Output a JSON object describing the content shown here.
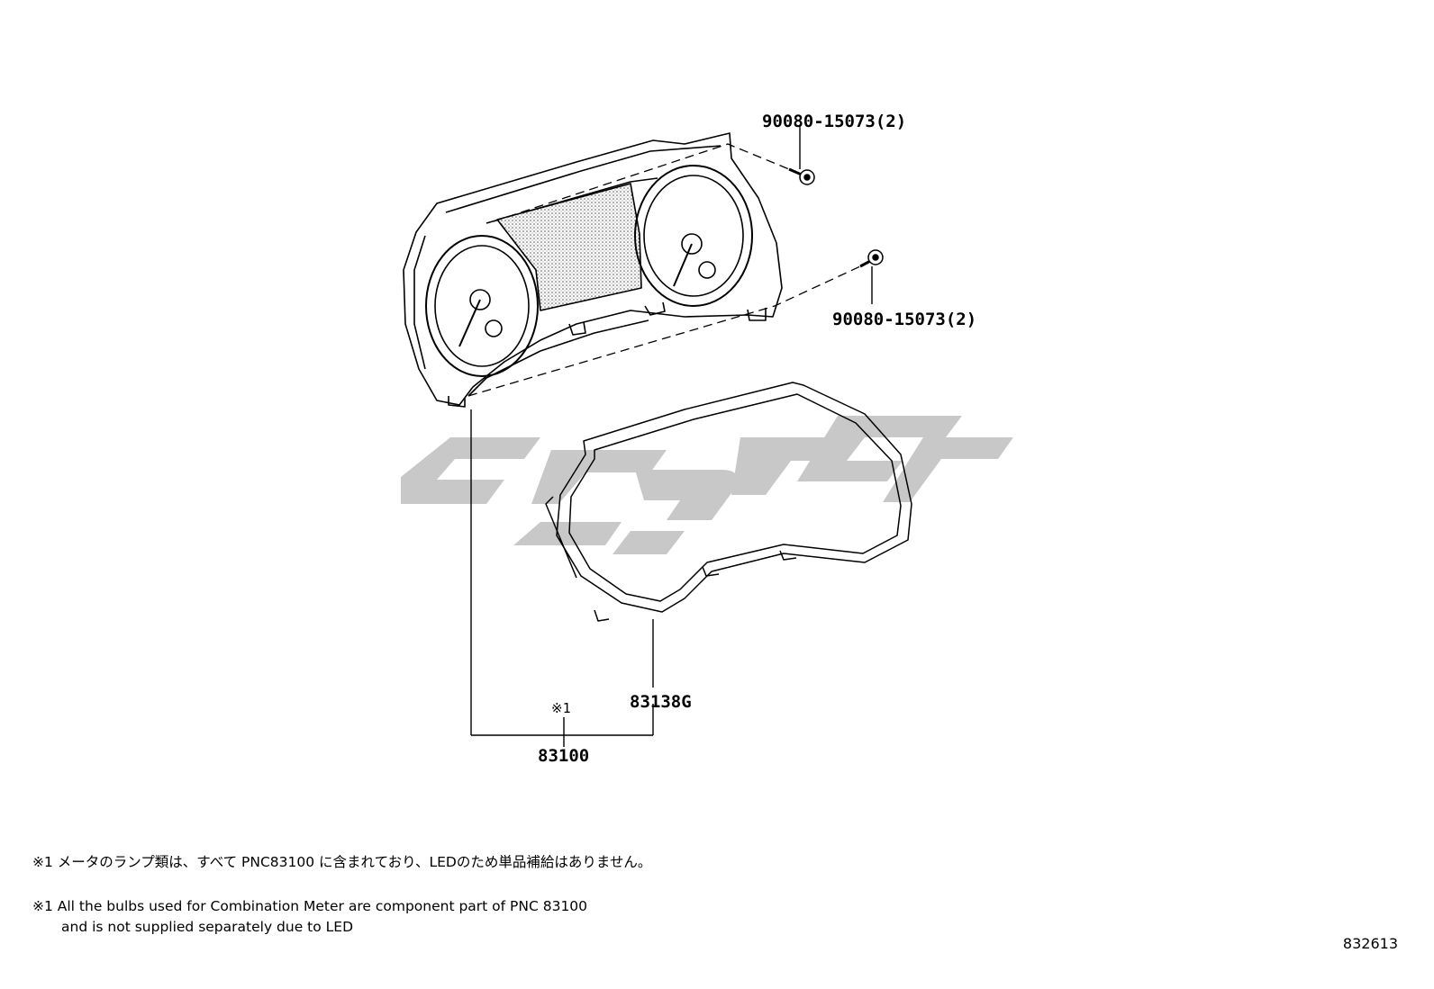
{
  "diagram": {
    "parts": {
      "screw_top": "90080-15073(2)",
      "screw_right": "90080-15073(2)",
      "glass": "83138G",
      "meter_ref": "※1",
      "meter": "83100"
    },
    "watermark_color": "#c8c8c8"
  },
  "notes": {
    "jp": "※1 メータのランプ類は、すべて PNC83100 に含まれており、LEDのため単品補給はありません。",
    "en_line1": "※1 All the bulbs used for Combination Meter are component part of PNC 83100",
    "en_line2": "and is not supplied separately due to LED"
  },
  "diagram_id": "832613"
}
